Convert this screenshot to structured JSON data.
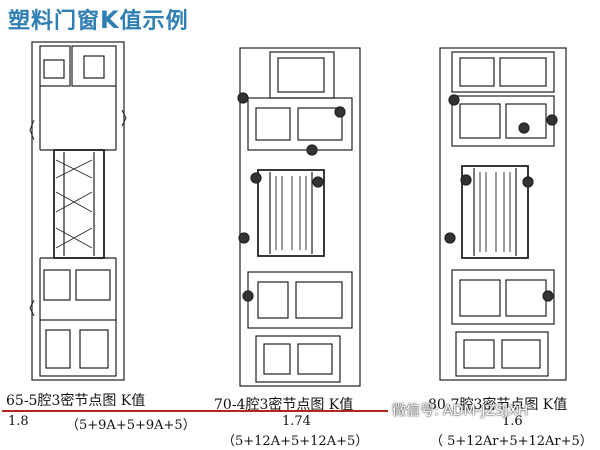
{
  "title": {
    "prefix": "塑料门窗",
    "k": "K",
    "suffix": "值示例"
  },
  "items": [
    {
      "name": "65-5腔3密节点图  K值",
      "k_value": "1.8",
      "glass": "（5+9A+5+9A+5）"
    },
    {
      "name": "70-4腔3密节点图  K值",
      "k_value": "1.74",
      "glass": "（5+12A+5+12A+5）"
    },
    {
      "name": "80-7腔3密节点图  K值",
      "k_value": "1.6",
      "glass": "（ 5+12Ar+5+12Ar+5）"
    }
  ],
  "watermark": "微信号: ADM-JZSJXH",
  "colors": {
    "title": "#2f7fb4",
    "underline": "#b3261e",
    "seal": "#333333"
  }
}
